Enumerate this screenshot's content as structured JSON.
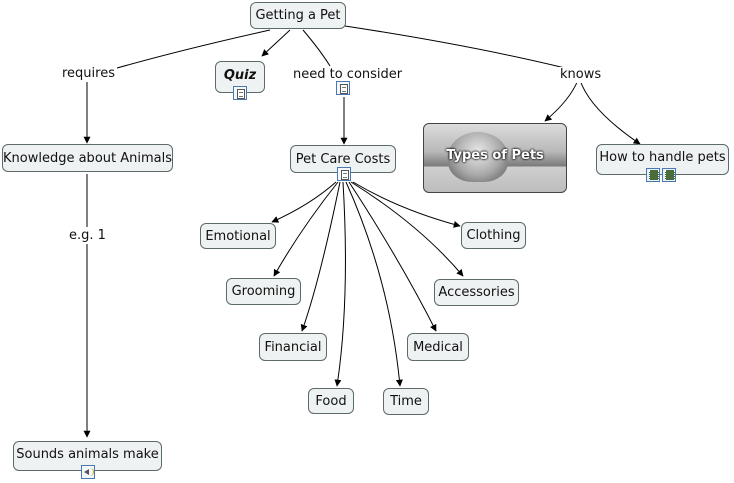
{
  "nodes": {
    "getting_a_pet": "Getting a Pet",
    "quiz": "Quiz",
    "knowledge_about_animals": "Knowledge about Animals",
    "pet_care_costs": "Pet Care Costs",
    "types_of_pets": "Types of Pets",
    "how_to_handle_pets": "How to handle pets",
    "emotional": "Emotional",
    "clothing": "Clothing",
    "grooming": "Grooming",
    "accessories": "Accessories",
    "financial": "Financial",
    "medical": "Medical",
    "food": "Food",
    "time": "Time",
    "sounds_animals_make": "Sounds animals make"
  },
  "links": {
    "requires": "requires",
    "need_to_consider": "need to consider",
    "knows": "knows",
    "eg1": "e.g. 1"
  },
  "icons": {
    "quiz_resource": "document-icon",
    "need_to_consider_resource": "document-icon",
    "pet_care_costs_resource": "document-icon",
    "handle_pets_resources": [
      "video-icon",
      "video-icon"
    ],
    "sounds_resource": "speaker-icon"
  },
  "colors": {
    "node_fill": "#eef2f2",
    "node_border": "#5d6a6a",
    "line": "#000000"
  }
}
